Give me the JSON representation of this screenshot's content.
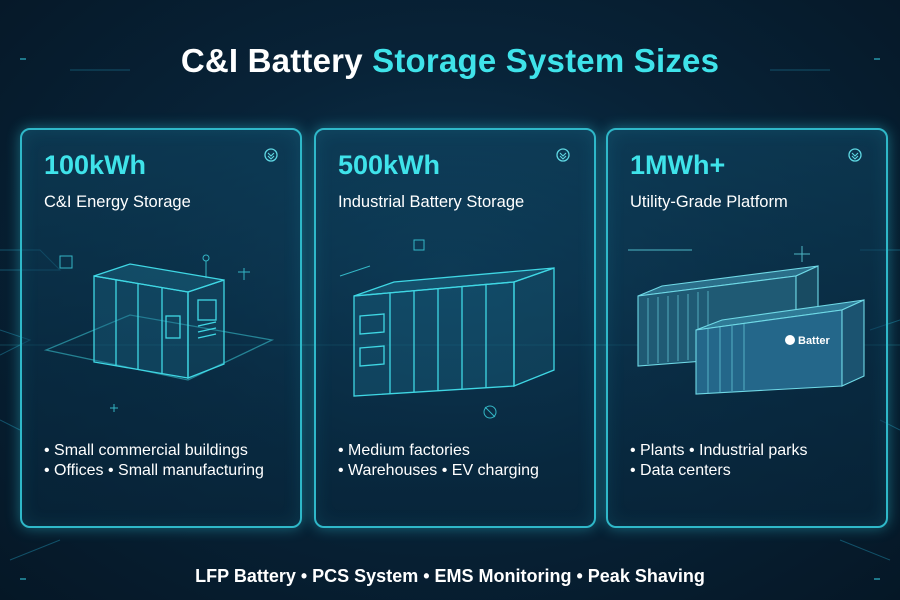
{
  "title": {
    "part1": "C&I Battery",
    "part2": "Storage System Sizes"
  },
  "cards": [
    {
      "capacity": "100kWh",
      "subtitle": "C&I Energy Storage",
      "bullets_line1": "• Small commercial buildings",
      "bullets_line2": "• Offices • Small manufacturing",
      "icon": "chevron-down-icon"
    },
    {
      "capacity": "500kWh",
      "subtitle": "Industrial Battery Storage",
      "bullets_line1": "• Medium factories",
      "bullets_line2": "• Warehouses • EV charging",
      "icon": "chevron-down-icon"
    },
    {
      "capacity": "1MWh+",
      "subtitle": "Utility-Grade Platform",
      "bullets_line1": "• Plants • Industrial parks",
      "bullets_line2": "• Data centers",
      "icon": "chevron-down-icon",
      "container_logo_text": "Batter"
    }
  ],
  "footer": "LFP Battery • PCS System • EMS Monitoring • Peak Shaving",
  "colors": {
    "accent": "#3fe3ea",
    "border": "#2fb8c9",
    "background": "#082338"
  }
}
